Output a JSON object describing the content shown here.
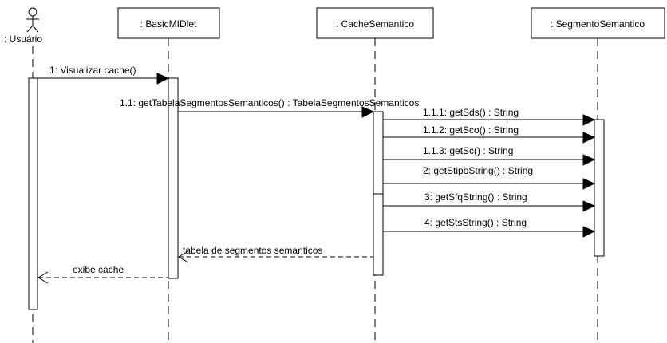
{
  "actor": {
    "name": ": Usuário"
  },
  "participants": [
    {
      "label": ": BasicMIDlet"
    },
    {
      "label": ": CacheSemantico"
    },
    {
      "label": ": SegmentoSemantico"
    }
  ],
  "messages": [
    {
      "label": "1: Visualizar cache()",
      "kind": "sync"
    },
    {
      "label": "1.1: getTabelaSegmentosSemanticos() : TabelaSegmentosSemanticos",
      "kind": "sync"
    },
    {
      "label": "1.1.1: getSds() : String",
      "kind": "sync"
    },
    {
      "label": "1.1.2: getSco() : String",
      "kind": "sync"
    },
    {
      "label": "1.1.3: getSc() : String",
      "kind": "sync"
    },
    {
      "label": "2: getStipoString() : String",
      "kind": "sync"
    },
    {
      "label": "3: getSfqString() : String",
      "kind": "sync"
    },
    {
      "label": "4: getStsString() : String",
      "kind": "sync"
    },
    {
      "label": "tabela de segmentos semanticos",
      "kind": "return"
    },
    {
      "label": "exibe cache",
      "kind": "return"
    }
  ]
}
